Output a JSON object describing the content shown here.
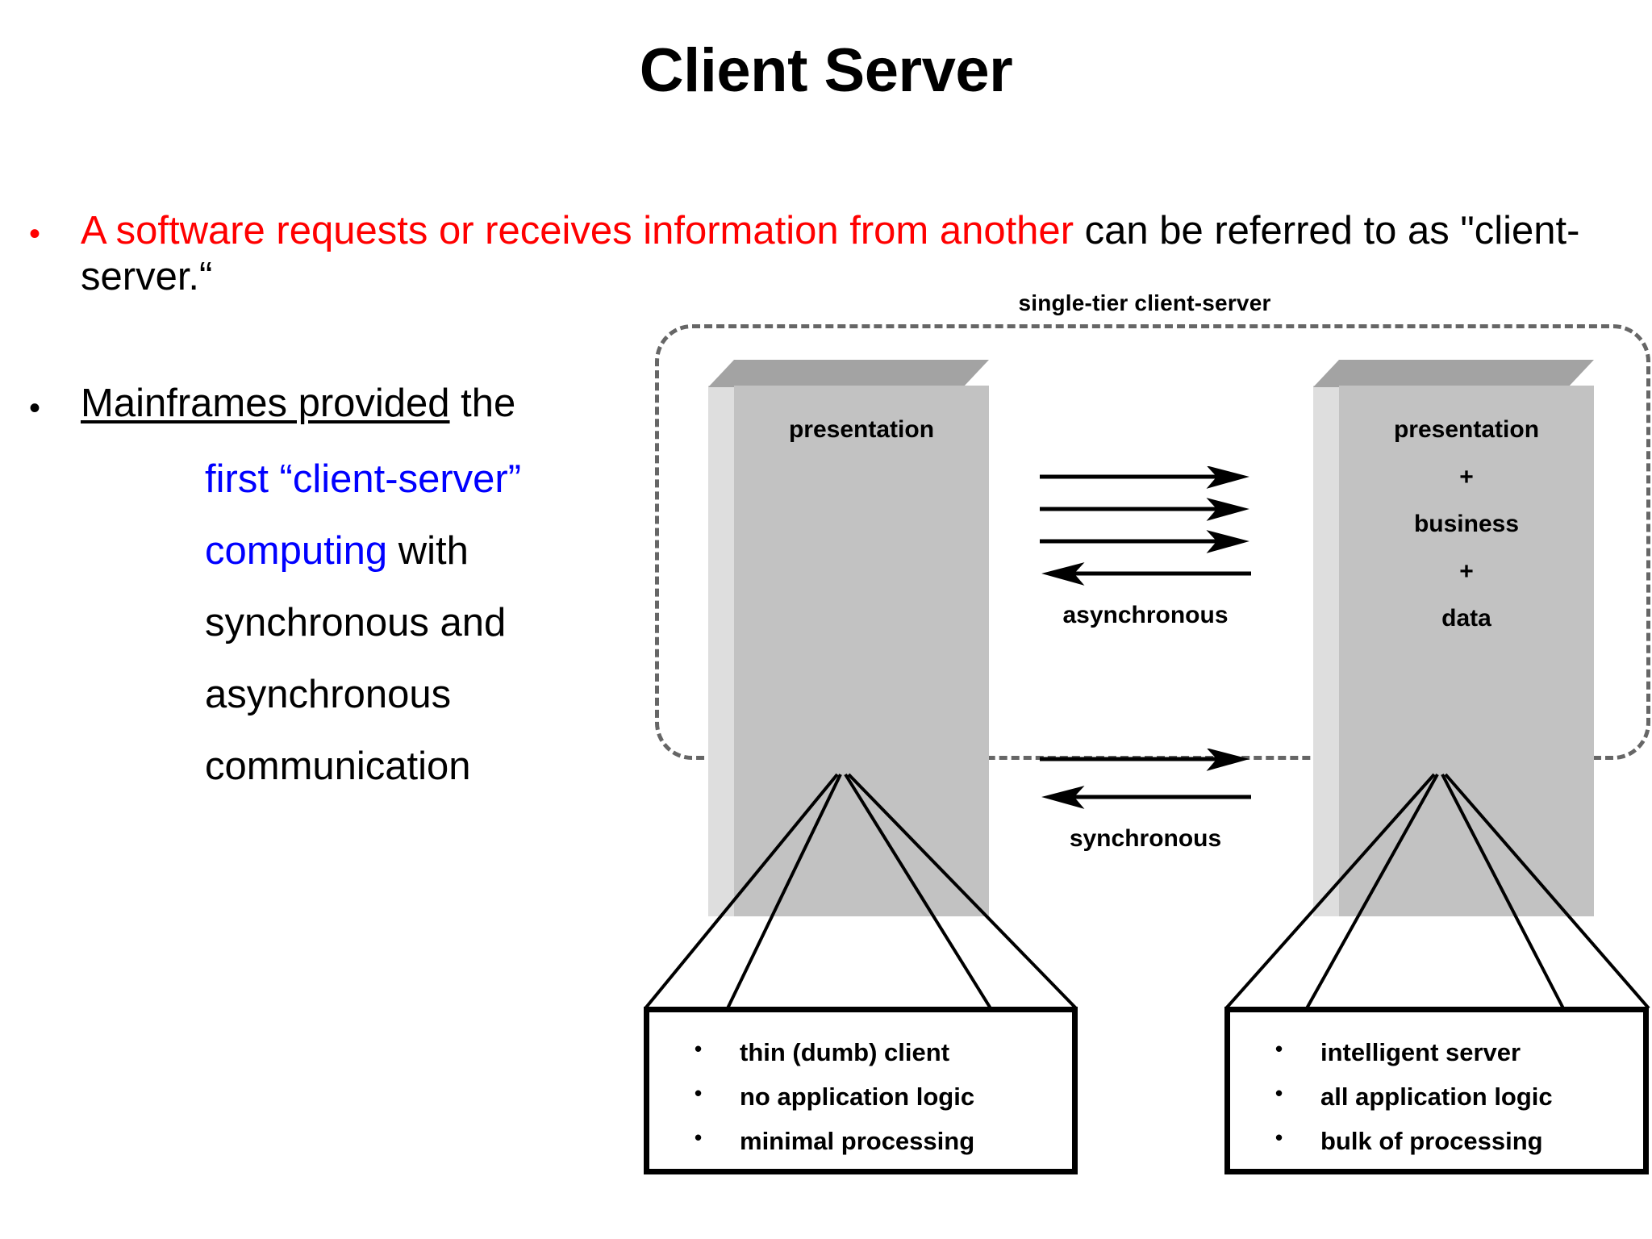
{
  "slide": {
    "title": "Client Server",
    "bullets": [
      {
        "marker": "•",
        "highlight_text": "A software requests or receives information from another",
        "rest_text": " can be referred to as \"client-server.“",
        "highlight_color": "#ff0000"
      },
      {
        "marker": "•",
        "line1_underlined": "Mainframes provided",
        "line1_rest": " the",
        "sub_lines": [
          {
            "blue": "first “client-server”",
            "black": ""
          },
          {
            "blue": "computing",
            "black": " with"
          },
          {
            "blue": "",
            "black": "synchronous and"
          },
          {
            "blue": "",
            "black": "asynchronous"
          },
          {
            "blue": "",
            "black": "communication"
          }
        ]
      }
    ]
  },
  "diagram": {
    "caption": "single-tier client-server",
    "tier_frame_style": "dashed",
    "boxes": [
      {
        "id": "client",
        "lines": [
          "presentation"
        ]
      },
      {
        "id": "server",
        "lines": [
          "presentation",
          "+",
          "business",
          "+",
          "data"
        ]
      }
    ],
    "arrow_groups": [
      {
        "id": "asynchronous",
        "label": "asynchronous",
        "arrows": [
          "right",
          "right",
          "right",
          "left"
        ]
      },
      {
        "id": "synchronous",
        "label": "synchronous",
        "arrows": [
          "right",
          "left"
        ]
      }
    ],
    "callouts": [
      {
        "id": "client-callout",
        "items": [
          "thin (dumb) client",
          "no application logic",
          "minimal processing"
        ]
      },
      {
        "id": "server-callout",
        "items": [
          "intelligent server",
          "all application logic",
          "bulk of processing"
        ]
      }
    ]
  },
  "colors": {
    "highlight_red": "#ff0000",
    "highlight_blue": "#0000ff",
    "box_front": "#c2c2c2",
    "box_top": "#a3a3a3",
    "box_side": "#dedede",
    "frame_dash": "#666666",
    "text": "#000000",
    "background": "#ffffff"
  }
}
